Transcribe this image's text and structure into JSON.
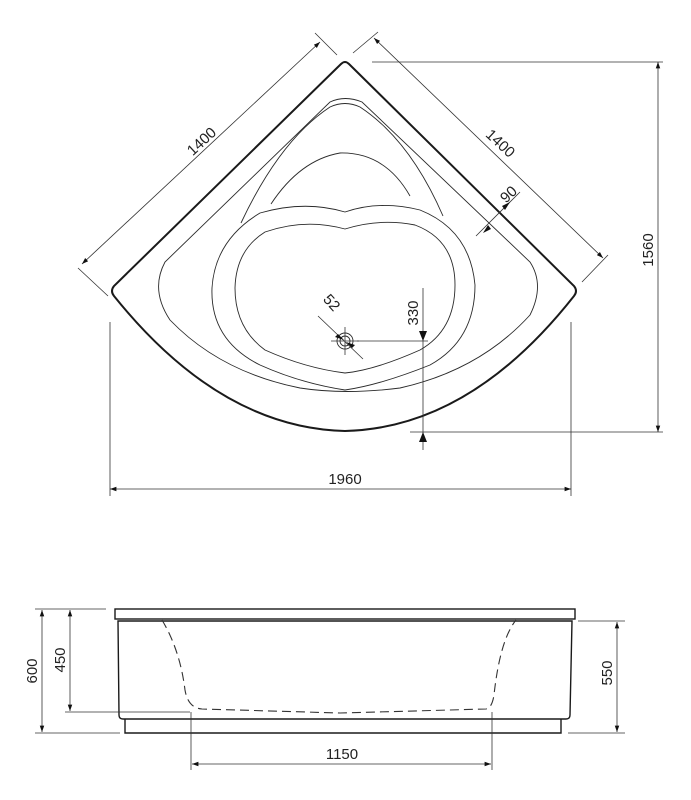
{
  "top_view": {
    "dimensions": {
      "left_side": "1400",
      "right_side": "1400",
      "rim_width": "90",
      "depth": "1560",
      "drain_offset": "330",
      "drain_diameter": "52",
      "overall_width": "1960"
    }
  },
  "side_view": {
    "dimensions": {
      "total_height": "600",
      "inner_depth": "450",
      "body_height": "550",
      "bottom_length": "1150"
    }
  }
}
